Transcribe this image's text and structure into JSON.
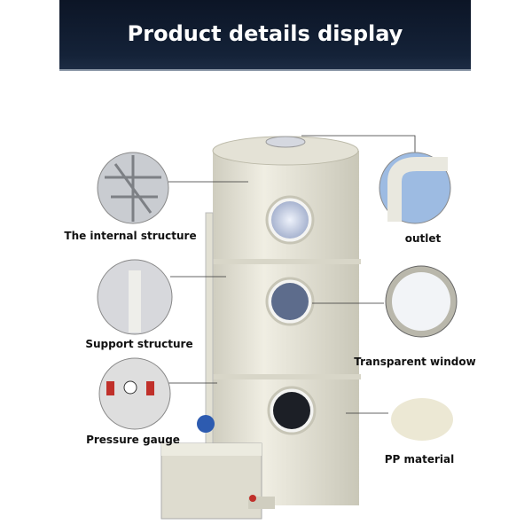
{
  "header": {
    "title": "Product details display"
  },
  "labels": {
    "internal_structure": "The internal structure",
    "support_structure": "Support structure",
    "pressure_gauge": "Pressure gauge",
    "outlet": "outlet",
    "transparent_window": "Transparent window",
    "pp_material": "PP material"
  },
  "colors": {
    "header_bg": "#142238",
    "tower": "#e8e6d8"
  }
}
